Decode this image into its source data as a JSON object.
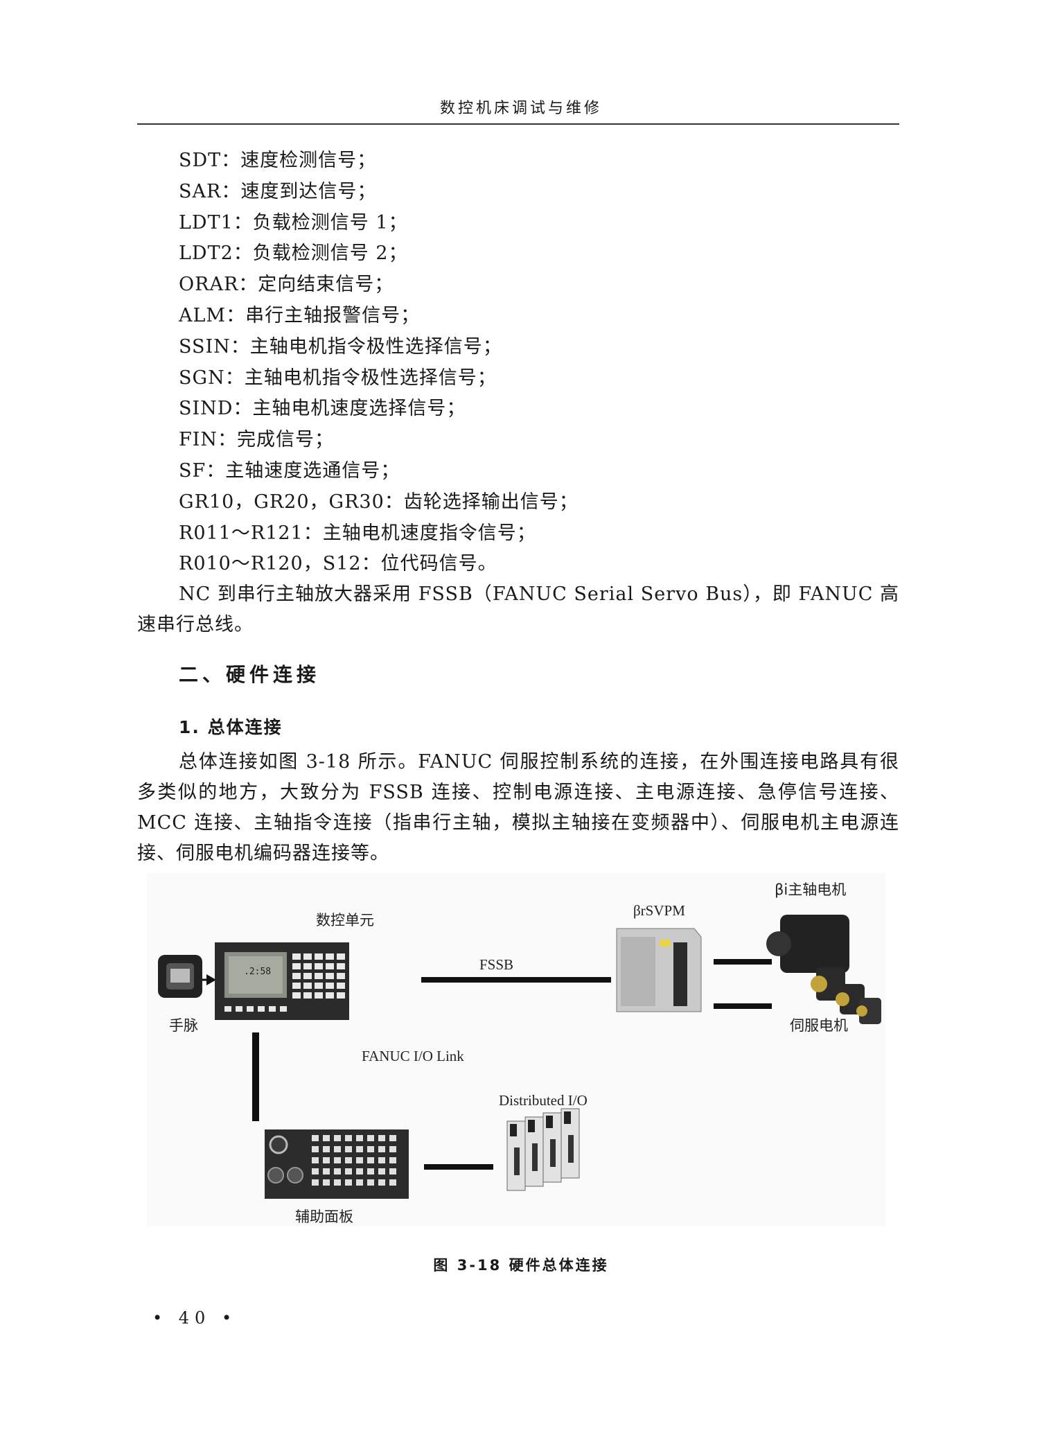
{
  "header": {
    "title": "数控机床调试与维修"
  },
  "signals": [
    "SDT：速度检测信号；",
    "SAR：速度到达信号；",
    "LDT1：负载检测信号 1；",
    "LDT2：负载检测信号 2；",
    "ORAR：定向结束信号；",
    "ALM：串行主轴报警信号；",
    "SSIN：主轴电机指令极性选择信号；",
    "SGN：主轴电机指令极性选择信号；",
    "SIND：主轴电机速度选择信号；",
    "FIN：完成信号；",
    "SF：主轴速度选通信号；",
    "GR10，GR20，GR30：齿轮选择输出信号；",
    "R011～R121：主轴电机速度指令信号；",
    "R010～R120，S12：位代码信号。"
  ],
  "para_fssb": "NC 到串行主轴放大器采用 FSSB（FANUC Serial Servo Bus），即 FANUC 高速串行总线。",
  "section": {
    "title": "二、硬件连接"
  },
  "subsection": {
    "title": "1. 总体连接"
  },
  "para_overall": "总体连接如图 3-18 所示。FANUC 伺服控制系统的连接，在外围连接电路具有很多类似的地方，大致分为 FSSB 连接、控制电源连接、主电源连接、急停信号连接、MCC 连接、主轴指令连接（指串行主轴，模拟主轴接在变频器中）、伺服电机主电源连接、伺服电机编码器连接等。",
  "figure": {
    "labels": {
      "cnc_unit": "数控单元",
      "handwheel": "手脉",
      "fssb": "FSSB",
      "amp": "βrSVPM",
      "spindle_motor": "βi主轴电机",
      "servo_motor": "伺服电机",
      "io_link": "FANUC I/O Link",
      "distributed_io": "Distributed  I/O",
      "aux_panel": "辅助面板"
    },
    "caption": "图 3-18    硬件总体连接"
  },
  "page_number": "• 40 •"
}
